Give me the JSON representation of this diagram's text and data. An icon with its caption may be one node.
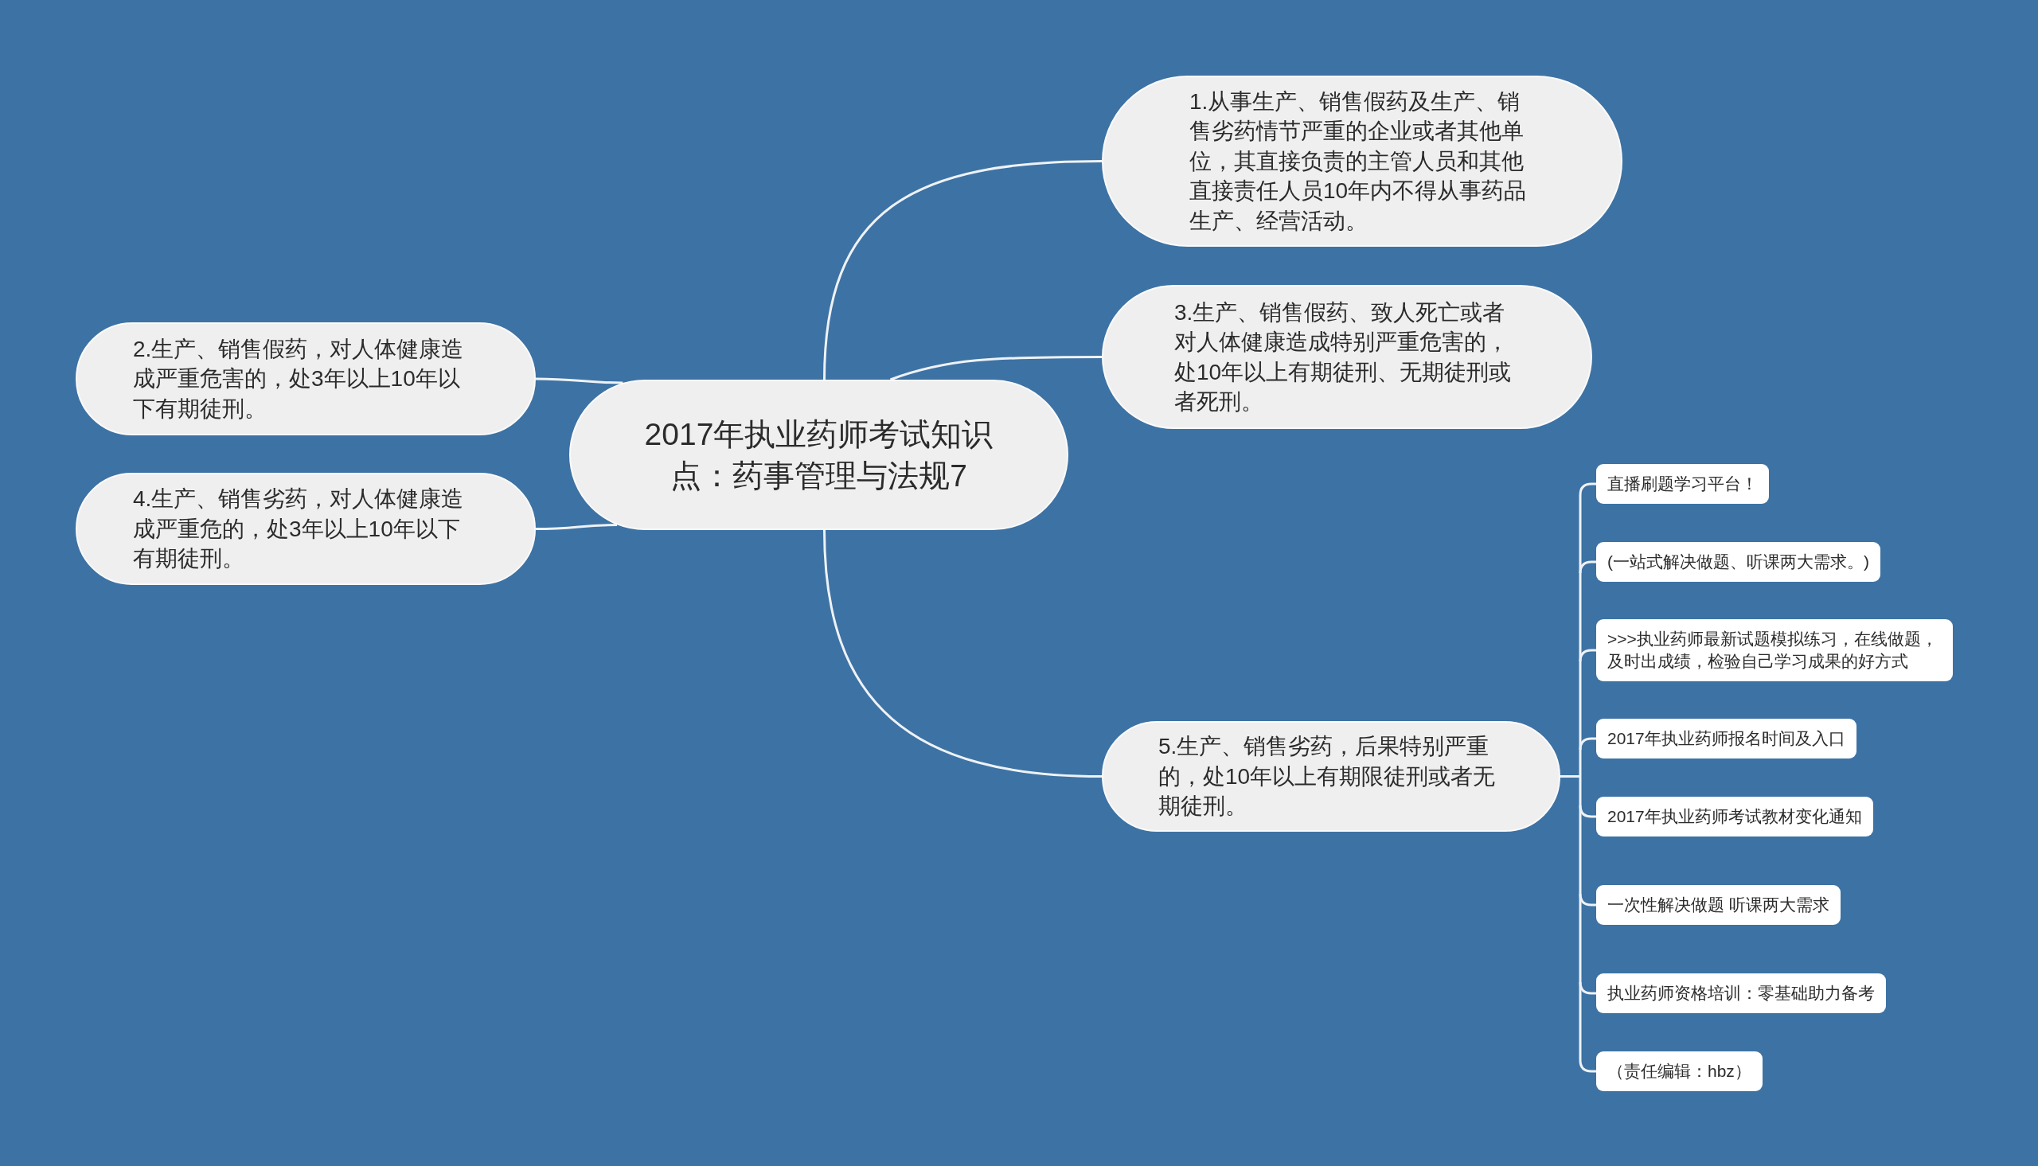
{
  "diagram": {
    "nodes": [
      {
        "text": [
          "2017年执业药师考试知识点：药事管理与法规7"
        ]
      },
      {
        "text": [
          "1.从事生产、销售假药及生产、销售劣药情节严重的企业或者其他单位，其直接负责的主管人员和其他直接责任人员10年内不得从事药品生产、经营活动。"
        ]
      },
      {
        "text": [
          "2.生产、销售假药，对人体健康造成严重危害的，处3年以上10年以下有期徒刑。"
        ]
      },
      {
        "text": [
          "3.生产、销售假药、致人死亡或者对人体健康造成特别严重危害的，处10年以上有期徒刑、无期徒刑或者死刑。"
        ]
      },
      {
        "text": [
          "4.生产、销售劣药，对人体健康造成严重危的，处3年以上10年以下有期徒刑。"
        ]
      },
      {
        "text": [
          "5.生产、销售劣药，后果特别严重的，处10年以上有期限徒刑或者无期徒刑。"
        ]
      },
      {
        "text": [
          "直播刷题学习平台！"
        ]
      },
      {
        "text": [
          "(一站式解决做题、听课两大需求。)"
        ]
      },
      {
        "text": [
          ">>>执业药师最新试题模拟练习，在线做题，及时出成绩，检验自己学习成果的好方式"
        ]
      },
      {
        "text": [
          "2017年执业药师报名时间及入口"
        ]
      },
      {
        "text": [
          "2017年执业药师考试教材变化通知"
        ]
      },
      {
        "text": [
          "一次性解决做题 听课两大需求"
        ]
      },
      {
        "text": [
          "执业药师资格培训：零基础助力备考"
        ]
      },
      {
        "text": [
          "（责任编辑：hbz）"
        ]
      }
    ],
    "edges": [
      {
        "from": 0,
        "to": 1,
        "arrow": "none"
      },
      {
        "from": 0,
        "to": 2,
        "arrow": "none"
      },
      {
        "from": 0,
        "to": 3,
        "arrow": "none"
      },
      {
        "from": 0,
        "to": 4,
        "arrow": "none"
      },
      {
        "from": 0,
        "to": 5,
        "arrow": "none"
      },
      {
        "from": 5,
        "to": 6,
        "arrow": "none"
      },
      {
        "from": 5,
        "to": 7,
        "arrow": "none"
      },
      {
        "from": 5,
        "to": 8,
        "arrow": "none"
      },
      {
        "from": 5,
        "to": 9,
        "arrow": "none"
      },
      {
        "from": 5,
        "to": 10,
        "arrow": "none"
      },
      {
        "from": 5,
        "to": 11,
        "arrow": "none"
      },
      {
        "from": 5,
        "to": 12,
        "arrow": "none"
      },
      {
        "from": 5,
        "to": 13,
        "arrow": "none"
      }
    ]
  }
}
